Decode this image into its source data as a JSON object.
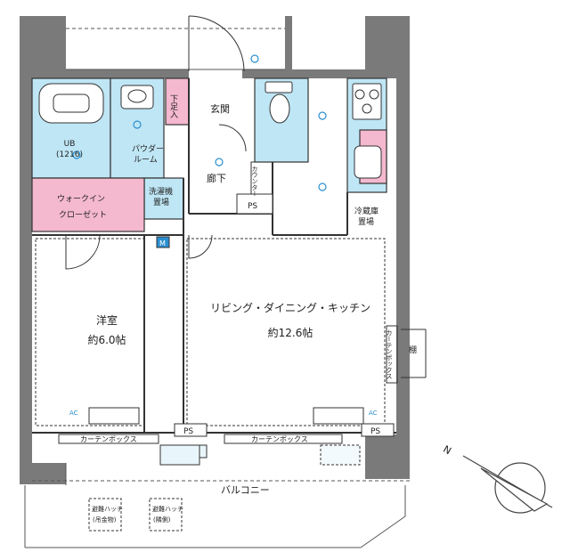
{
  "rooms": {
    "entrance": "玄関",
    "shoe_box": "下足入",
    "unit_bath": "UB",
    "unit_bath_size": "(1216)",
    "powder_room_1": "パウダー",
    "powder_room_2": "ルーム",
    "washer": "洗濯機",
    "washer_2": "置場",
    "walk_in_closet_1": "ウォークイン",
    "walk_in_closet_2": "クローゼット",
    "hallway": "廊下",
    "counter": "カウンター",
    "fridge_1": "冷蔵庫",
    "fridge_2": "置場",
    "western_room": "洋室",
    "western_room_size": "約6.0帖",
    "ldk": "リビング・ダイニング・キッチン",
    "ldk_size": "約12.6帖",
    "balcony": "バルコニー",
    "curtain_box_left": "カーテンボックス",
    "curtain_box_right": "カーテンボックス",
    "curtain_box_side": "カーテンボックス",
    "shelf": "棚",
    "hatch_1a": "避難ハッチ",
    "hatch_1b": "(吊金物)",
    "hatch_2a": "避難ハッチ",
    "hatch_2b": "(隣側)"
  },
  "symbols": {
    "ps_1": "PS",
    "ps_2": "PS",
    "ps_3": "PS",
    "meter": "M",
    "ac_1": "AC",
    "ac_2": "AC",
    "compass": "N"
  },
  "colors": {
    "wall": "#7a7a7a",
    "wet_area": "#bfe6f5",
    "closet": "#f4b8cf",
    "outline": "#333333"
  }
}
